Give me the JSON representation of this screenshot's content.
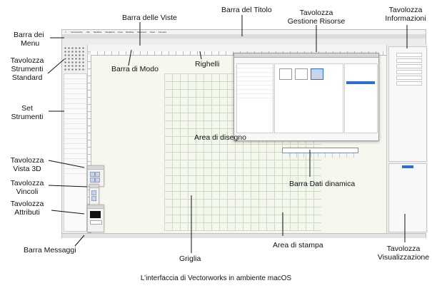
{
  "labels": {
    "barra_titolo": "Barra del Titolo",
    "barra_viste": "Barra delle Viste",
    "gestione_risorse_1": "Tavolozza",
    "gestione_risorse_2": "Gestione Risorse",
    "informazioni_1": "Tavolozza",
    "informazioni_2": "Informazioni",
    "barra_menu_1": "Barra dei",
    "barra_menu_2": "Menu",
    "strumenti_1": "Tavolozza",
    "strumenti_2": "Strumenti",
    "strumenti_3": "Standard",
    "barra_modo": "Barra di Modo",
    "righelli": "Righelli",
    "set_1": "Set",
    "set_2": "Strumenti",
    "area_disegno": "Area di disegno",
    "vista3d_1": "Tavolozza",
    "vista3d_2": "Vista 3D",
    "vincoli_1": "Tavolozza",
    "vincoli_2": "Vincoli",
    "attributi_1": "Tavolozza",
    "attributi_2": "Attributi",
    "dati_dinamica": "Barra Dati dinamica",
    "area_stampa": "Area di stampa",
    "barra_messaggi": "Barra Messaggi",
    "visualizzazione_1": "Tavolozza",
    "visualizzazione_2": "Visualizzazione",
    "griglia": "Griglia"
  },
  "caption": "L’interfaccia di Vectorworks in ambiente macOS",
  "colors": {
    "selection_blue": "#2b6fd4",
    "grid_line": "#cfd9c6",
    "paper": "#f4f7ec"
  }
}
